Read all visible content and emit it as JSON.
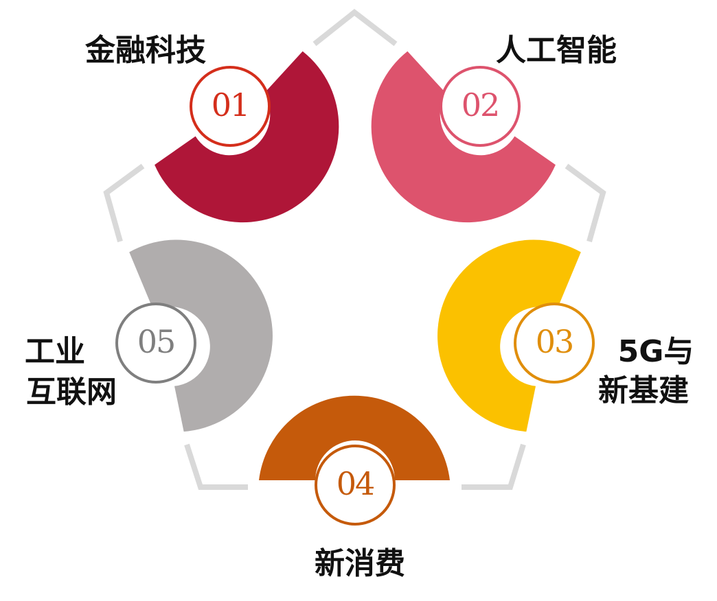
{
  "nodes": [
    {
      "number": "01",
      "label_lines": [
        "金融科技"
      ],
      "color": "#AF1638",
      "ring_color": "#D42E1B"
    },
    {
      "number": "02",
      "label_lines": [
        "人工智能"
      ],
      "color": "#DD536D",
      "ring_color": "#DD536D"
    },
    {
      "number": "03",
      "label_lines": [
        "5G与",
        "新基建"
      ],
      "color": "#FBC100",
      "ring_color": "#E08E0B"
    },
    {
      "number": "04",
      "label_lines": [
        "新消费"
      ],
      "color": "#C55A0B",
      "ring_color": "#C55A0B"
    },
    {
      "number": "05",
      "label_lines": [
        "工业",
        "互联网"
      ],
      "color": "#B0ADAD",
      "ring_color": "#7F7F7F"
    }
  ],
  "connector_color": "#D9D9D9"
}
